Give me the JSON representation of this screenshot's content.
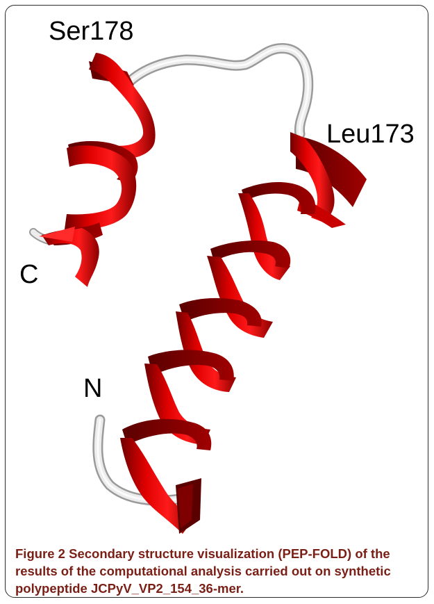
{
  "figure": {
    "label": "Figure 2",
    "caption": "Secondary structure visualization (PEP-FOLD) of the results of the computational analysis carried out on synthetic polypeptide JCPyV_VP2_154_36-mer."
  },
  "labels": {
    "ser": "Ser178",
    "leu": "Leu173",
    "c_term": "C",
    "n_term": "N"
  },
  "colors": {
    "helix": "#e00000",
    "helix_dark": "#6e0000",
    "coil": "#e2e2e2",
    "caption_text": "#7a1f16"
  }
}
